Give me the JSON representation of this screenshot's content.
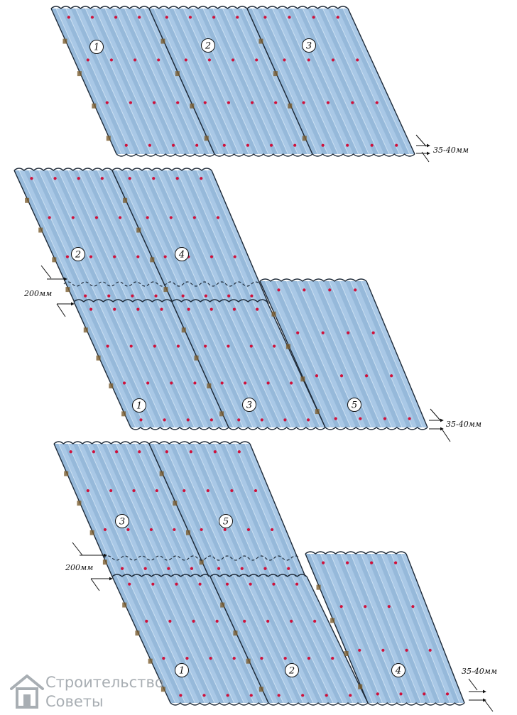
{
  "colors": {
    "sheet_fill": "#a9c8e6",
    "sheet_edge": "#1e2a38",
    "rib_dark": "#7fa6cc",
    "rib_light": "#d4e6f6",
    "screw": "#d0103a",
    "batten": "#7a5c2e",
    "watermark": "#9aa0a6"
  },
  "diagrams": [
    {
      "sheets": [
        {
          "label": "1"
        },
        {
          "label": "2"
        },
        {
          "label": "3"
        }
      ],
      "dim_label": "35-40мм"
    },
    {
      "sheets": [
        {
          "label": "1"
        },
        {
          "label": "2"
        },
        {
          "label": "3"
        },
        {
          "label": "4"
        },
        {
          "label": "5"
        }
      ],
      "overlap_label": "200мм",
      "dim_label": "35-40мм"
    },
    {
      "sheets": [
        {
          "label": "1"
        },
        {
          "label": "2"
        },
        {
          "label": "3"
        },
        {
          "label": "4"
        },
        {
          "label": "5"
        }
      ],
      "overlap_label": "200мм",
      "dim_label": "35-40мм"
    }
  ],
  "watermark": {
    "line1": "Строительство",
    "line2": "Советы",
    "icon": "house-icon"
  }
}
